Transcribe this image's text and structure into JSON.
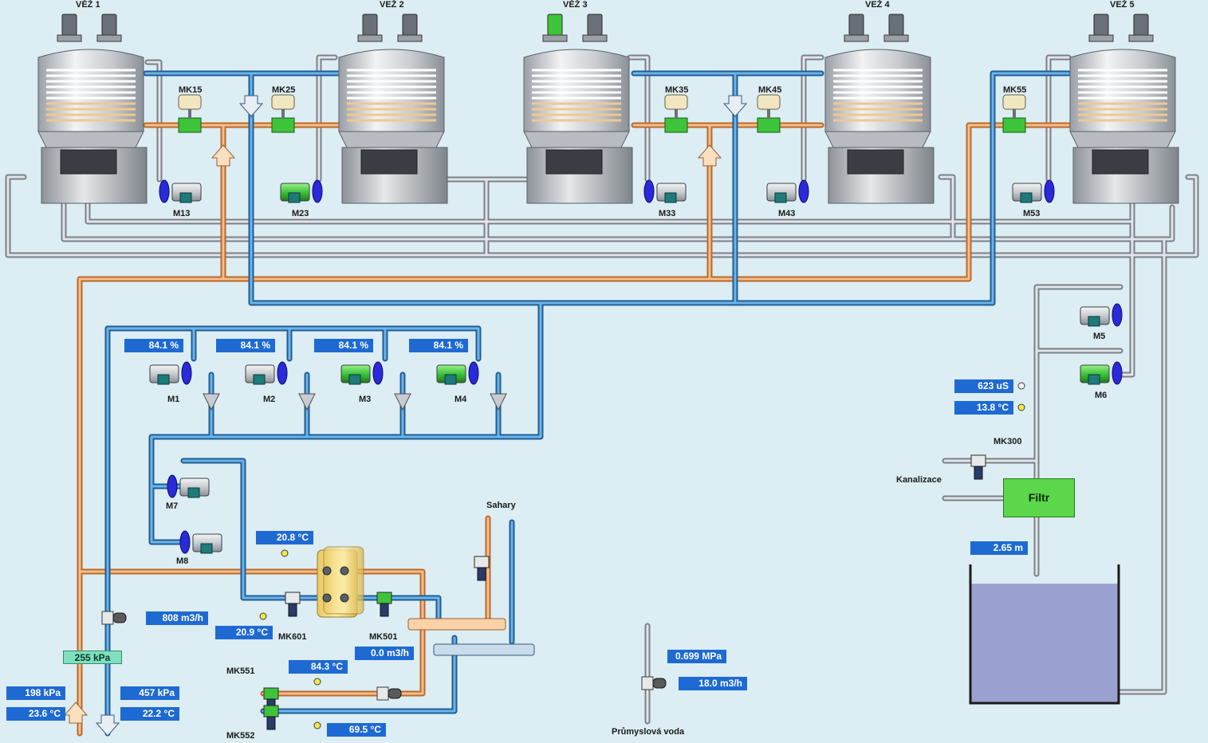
{
  "towers": [
    {
      "label": "VĚŽ 1"
    },
    {
      "label": "VEŽ 2"
    },
    {
      "label": "VĚŽ 3"
    },
    {
      "label": "VEŽ 4"
    },
    {
      "label": "VEŽ 5"
    }
  ],
  "valves_top": [
    "MK15",
    "MK25",
    "MK35",
    "MK45",
    "MK55"
  ],
  "tower_pumps": [
    "M13",
    "M23",
    "M33",
    "M43",
    "M53"
  ],
  "main_pumps": [
    {
      "label": "M1",
      "speed": "84.1 %"
    },
    {
      "label": "M2",
      "speed": "84.1 %"
    },
    {
      "label": "M3",
      "speed": "84.1 %"
    },
    {
      "label": "M4",
      "speed": "84.1 %"
    }
  ],
  "aux_pumps": [
    "M7",
    "M8",
    "M5",
    "M6"
  ],
  "labels": {
    "sahary": "Sahary",
    "kanalizace": "Kanalizace",
    "prumyslova_voda": "Průmyslová voda",
    "mk300": "MK300",
    "mk601": "MK601",
    "mk501": "MK501",
    "mk551": "MK551",
    "mk552": "MK552",
    "filtr": "Filtr"
  },
  "readouts": {
    "hx_temp_top": "20.8 °C",
    "hx_temp_bottom": "20.9 °C",
    "flow_main": "808 m3/h",
    "pressure_mid": "255 kPa",
    "pressure_left": "198 kPa",
    "temp_left": "23.6 °C",
    "pressure_right": "457 kPa",
    "temp_right": "22.2 °C",
    "temp_mk551": "84.3 °C",
    "flow_mk501": "0.0 m3/h",
    "temp_mk552": "69.5 °C",
    "pressure_industrial": "0.699 MPa",
    "flow_industrial": "18.0 m3/h",
    "conductivity": "623 uS",
    "temp_filter": "13.8 °C",
    "tank_level": "2.65 m"
  },
  "tank": {
    "fill_fraction": 0.86
  },
  "colors": {
    "background": "#dcedf3",
    "cold_pipe": "#2a78b8",
    "hot_pipe": "#f0a060",
    "grey_pipe": "#b8bec4",
    "value_box": "#1e6ad2",
    "valve_green": "#3ec43a",
    "tank_water": "#9aa0d0"
  }
}
